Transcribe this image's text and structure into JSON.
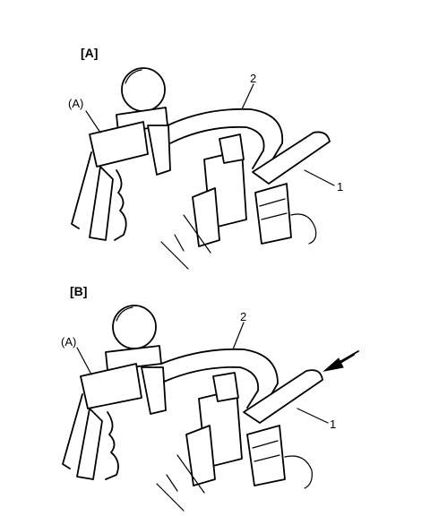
{
  "panels": [
    {
      "id": "A",
      "label": "[A]",
      "callouts": {
        "tool": "(A)",
        "hose": "2",
        "tube": "1"
      },
      "arrow": false
    },
    {
      "id": "B",
      "label": "[B]",
      "callouts": {
        "tool": "(A)",
        "hose": "2",
        "tube": "1"
      },
      "arrow": true
    }
  ]
}
